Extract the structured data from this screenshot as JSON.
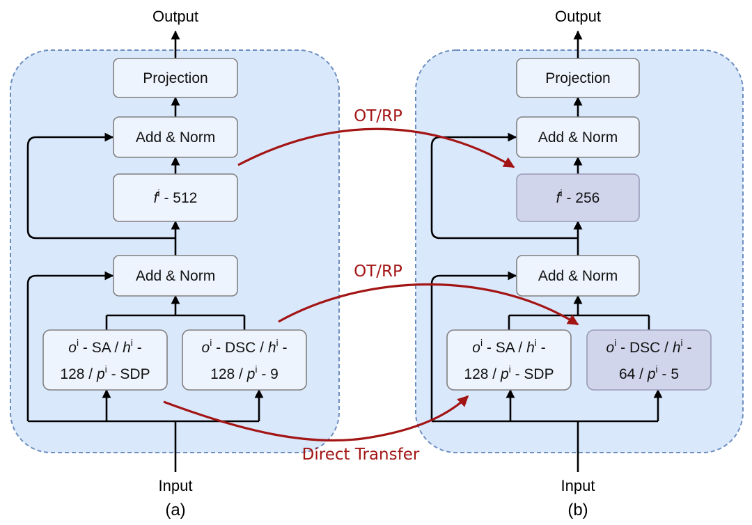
{
  "panel_a": {
    "caption": "(a)",
    "output_label": "Output",
    "input_label": "Input",
    "projection": "Projection",
    "add_norm_top": "Add & Norm",
    "ffn_sym": "f",
    "ffn_sup": "i",
    "ffn_rest": " - 512",
    "add_norm_bottom": "Add & Norm",
    "op_left": {
      "o": "o",
      "o_sup": "i",
      "t1": " - SA / ",
      "h": "h",
      "h_sup": "i",
      "t2": " -",
      "t3": "128 / ",
      "p": "p",
      "p_sup": "i",
      "t4": " - SDP"
    },
    "op_right": {
      "o": "o",
      "o_sup": "i",
      "t1": " - DSC / ",
      "h": "h",
      "h_sup": "i",
      "t2": " -",
      "t3": "128 / ",
      "p": "p",
      "p_sup": "i",
      "t4": " - 9"
    }
  },
  "panel_b": {
    "caption": "(b)",
    "output_label": "Output",
    "input_label": "Input",
    "projection": "Projection",
    "add_norm_top": "Add & Norm",
    "ffn_sym": "f",
    "ffn_sup": "i",
    "ffn_rest": " - 256",
    "add_norm_bottom": "Add & Norm",
    "op_left": {
      "o": "o",
      "o_sup": "i",
      "t1": " - SA / ",
      "h": "h",
      "h_sup": "i",
      "t2": " -",
      "t3": "128 / ",
      "p": "p",
      "p_sup": "i",
      "t4": " - SDP"
    },
    "op_right": {
      "o": "o",
      "o_sup": "i",
      "t1": " - DSC / ",
      "h": "h",
      "h_sup": "i",
      "t2": " -",
      "t3": "64 / ",
      "p": "p",
      "p_sup": "i",
      "t4": " - 5"
    }
  },
  "transfers": {
    "ffn": "OT/RP",
    "op": "OT/RP",
    "direct": "Direct Transfer"
  },
  "colors": {
    "container_fill": "#dae8fc",
    "container_stroke": "#6c8ebf",
    "box_fill": "#eef4fd",
    "highlight_fill": "#d0d5ec",
    "transfer_red": "#a31515"
  }
}
